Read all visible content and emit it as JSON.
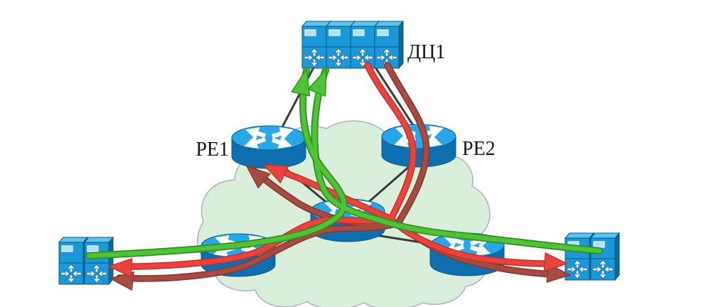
{
  "diagram": {
    "type": "network-topology",
    "background": "#ffffff",
    "description": "Data center DC1 dual-homed to PE1 and PE2; provider cloud with core router and two edge routers serving two remote switch sites; green upstream flows to DC1, red and dark-red downstream flows from DC1"
  },
  "labels": {
    "dc1": "ДЦ1",
    "pe1": "PE1",
    "pe2": "PE2"
  },
  "nodes": [
    {
      "id": "dc1",
      "label": "ДЦ1",
      "kind": "switch-stack",
      "units": 4
    },
    {
      "id": "pe1",
      "label": "PE1",
      "kind": "router"
    },
    {
      "id": "pe2",
      "label": "PE2",
      "kind": "router"
    },
    {
      "id": "p-core",
      "label": "",
      "kind": "router"
    },
    {
      "id": "edge-left",
      "label": "",
      "kind": "router"
    },
    {
      "id": "edge-right",
      "label": "",
      "kind": "router"
    },
    {
      "id": "site-left",
      "label": "",
      "kind": "switch-stack",
      "units": 2
    },
    {
      "id": "site-right",
      "label": "",
      "kind": "switch-stack",
      "units": 2
    }
  ],
  "flows": [
    {
      "id": "green-left-to-dc1",
      "color": "green",
      "from": "site-left",
      "to": "dc1"
    },
    {
      "id": "green-right-to-dc1",
      "color": "green",
      "from": "site-right",
      "to": "dc1"
    },
    {
      "id": "red-dc1-to-left",
      "color": "red",
      "from": "dc1",
      "to": "site-left"
    },
    {
      "id": "red-dc1-to-right",
      "color": "red",
      "from": "dc1",
      "to": "site-right"
    },
    {
      "id": "red-dc1-to-pe1",
      "color": "red",
      "from": "dc1",
      "to": "pe1"
    },
    {
      "id": "darkred-dc1-to-left",
      "color": "darkred",
      "from": "dc1",
      "to": "site-left"
    },
    {
      "id": "darkred-dc1-to-right",
      "color": "darkred",
      "from": "dc1",
      "to": "site-right"
    },
    {
      "id": "darkred-dc1-to-pe1",
      "color": "darkred",
      "from": "dc1",
      "to": "pe1"
    }
  ],
  "colors": {
    "flow_green": "#4fc238",
    "flow_green_edge": "#2f901e",
    "flow_red": "#e8433c",
    "flow_red_edge": "#c0332c",
    "flow_darkred": "#a74b42",
    "flow_darkred_edge": "#86362f",
    "link_black": "#3b3b3b",
    "cloud_fill": "#d9efdc",
    "cloud_stroke": "#a9b2c0",
    "router_top": "#28a7e8",
    "router_body": "#0f6fae",
    "router_edge": "#0b5c90",
    "tower_face": "#1b98d8",
    "tower_top": "#5ec1ee",
    "tower_side": "#0c689f",
    "tower_edge": "#0a5a87",
    "tower_slot": "#b4def2"
  }
}
